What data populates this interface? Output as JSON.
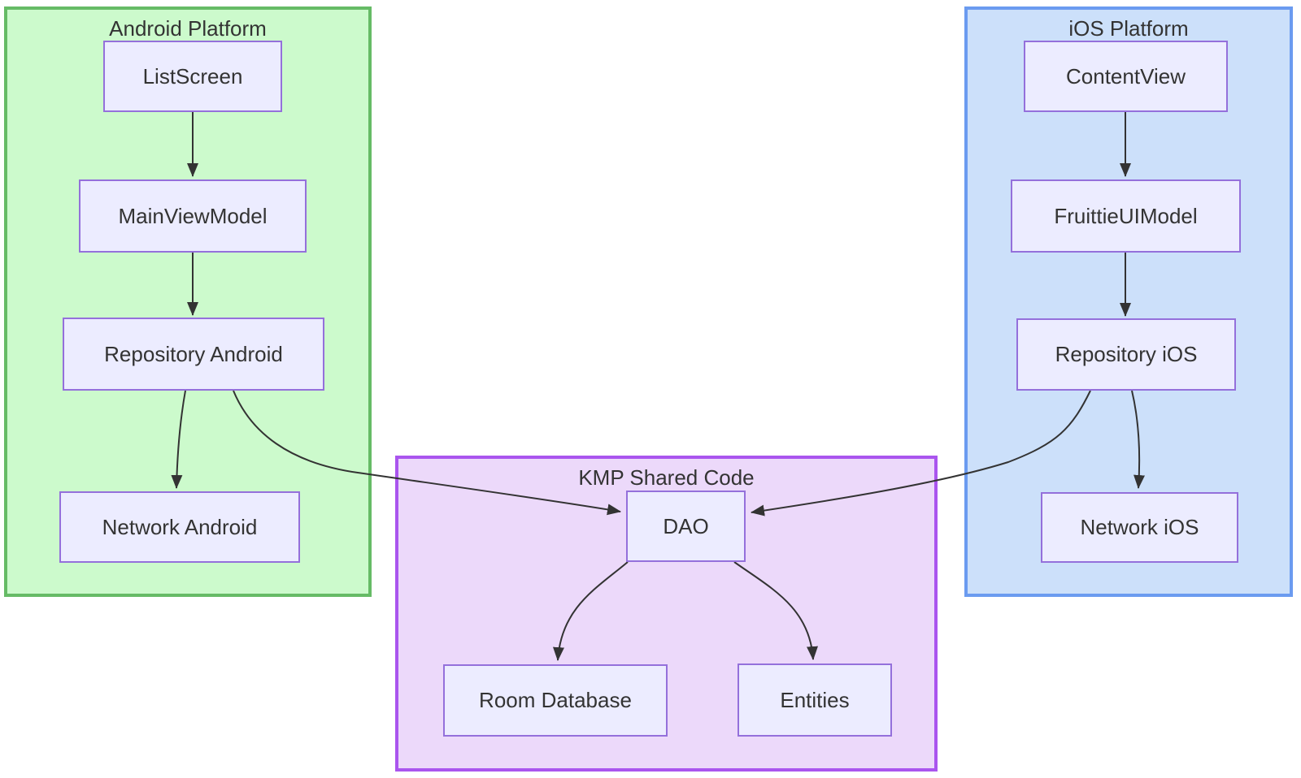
{
  "page": {
    "background": "#ffffff",
    "text_color": "#333333",
    "edge_color": "#333333"
  },
  "node_style": {
    "fill": "#ececff",
    "border": "#9470db"
  },
  "clusters": {
    "android": {
      "label": "Android Platform",
      "fill": "#ccfacc",
      "border": "#66bb66"
    },
    "ios": {
      "label": "iOS Platform",
      "fill": "#cce0fa",
      "border": "#6b9bf0"
    },
    "kmp": {
      "label": "KMP Shared Code",
      "fill": "#ecd9fa",
      "border": "#aa55ee"
    }
  },
  "nodes": {
    "listscreen": {
      "label": "ListScreen",
      "cluster": "Android Platform"
    },
    "mainviewmodel": {
      "label": "MainViewModel",
      "cluster": "Android Platform"
    },
    "repository_android": {
      "label": "Repository Android",
      "cluster": "Android Platform"
    },
    "network_android": {
      "label": "Network Android",
      "cluster": "Android Platform"
    },
    "contentview": {
      "label": "ContentView",
      "cluster": "iOS Platform"
    },
    "fruittieuimodel": {
      "label": "FruittieUIModel",
      "cluster": "iOS Platform"
    },
    "repository_ios": {
      "label": "Repository iOS",
      "cluster": "iOS Platform"
    },
    "network_ios": {
      "label": "Network iOS",
      "cluster": "iOS Platform"
    },
    "dao": {
      "label": "DAO",
      "cluster": "KMP Shared Code"
    },
    "room_database": {
      "label": "Room Database",
      "cluster": "KMP Shared Code"
    },
    "entities": {
      "label": "Entities",
      "cluster": "KMP Shared Code"
    }
  },
  "edges": [
    {
      "from": "ListScreen",
      "to": "MainViewModel"
    },
    {
      "from": "MainViewModel",
      "to": "Repository Android"
    },
    {
      "from": "Repository Android",
      "to": "Network Android"
    },
    {
      "from": "Repository Android",
      "to": "DAO"
    },
    {
      "from": "ContentView",
      "to": "FruittieUIModel"
    },
    {
      "from": "FruittieUIModel",
      "to": "Repository iOS"
    },
    {
      "from": "Repository iOS",
      "to": "Network iOS"
    },
    {
      "from": "Repository iOS",
      "to": "DAO"
    },
    {
      "from": "DAO",
      "to": "Room Database"
    },
    {
      "from": "DAO",
      "to": "Entities"
    }
  ]
}
